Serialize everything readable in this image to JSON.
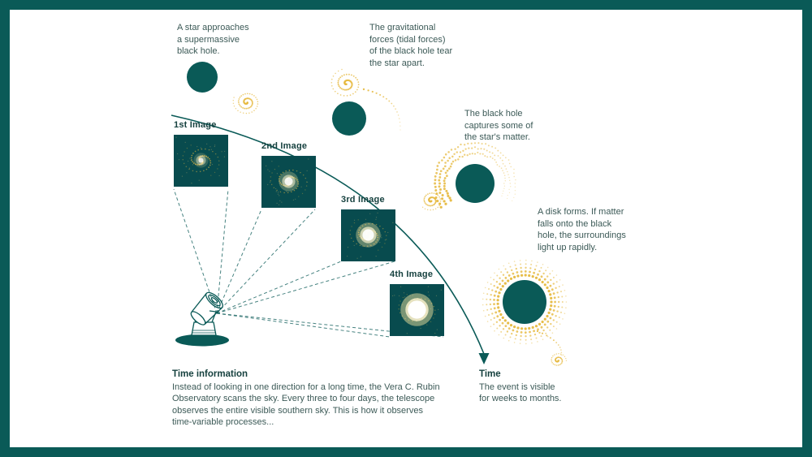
{
  "steps": [
    {
      "text": "A star approaches\na supermassive\nblack hole."
    },
    {
      "text": "The gravitational\nforces (tidal forces)\nof the black hole tear\nthe star apart."
    },
    {
      "text": "The black hole\ncaptures some of\nthe star's matter."
    },
    {
      "text": "A disk forms. If matter\nfalls onto the black\nhole, the surroundings\nlight up rapidly."
    }
  ],
  "images": [
    {
      "label": "1st Image"
    },
    {
      "label": "2nd Image"
    },
    {
      "label": "3rd Image"
    },
    {
      "label": "4th Image"
    }
  ],
  "time_information": {
    "title": "Time information",
    "body": "Instead of looking in one direction for a long time, the Vera C. Rubin\nObservatory scans the sky. Every three to four days, the telescope\nobserves the entire visible southern sky. This is how it observes\ntime-variable processes..."
  },
  "time_axis": {
    "title": "Time",
    "body": "The event is visible\nfor weeks to months."
  },
  "art": {
    "telescope_icon": "rubin-observatory-telescope",
    "black_hole_icon": "black-hole-disc",
    "star_icon": "star-debris-spiral",
    "timeline_icon": "time-arrow-arc",
    "sightlines_icon": "telescope-dashed-sightlines"
  },
  "colors": {
    "frame": "#0a5a57",
    "teal": "#0a5a57",
    "gold": "#e6b93f",
    "gold_light": "#f2d279",
    "image_bg": "#084b4e",
    "text": "#3c5a57",
    "heading": "#16413f"
  }
}
